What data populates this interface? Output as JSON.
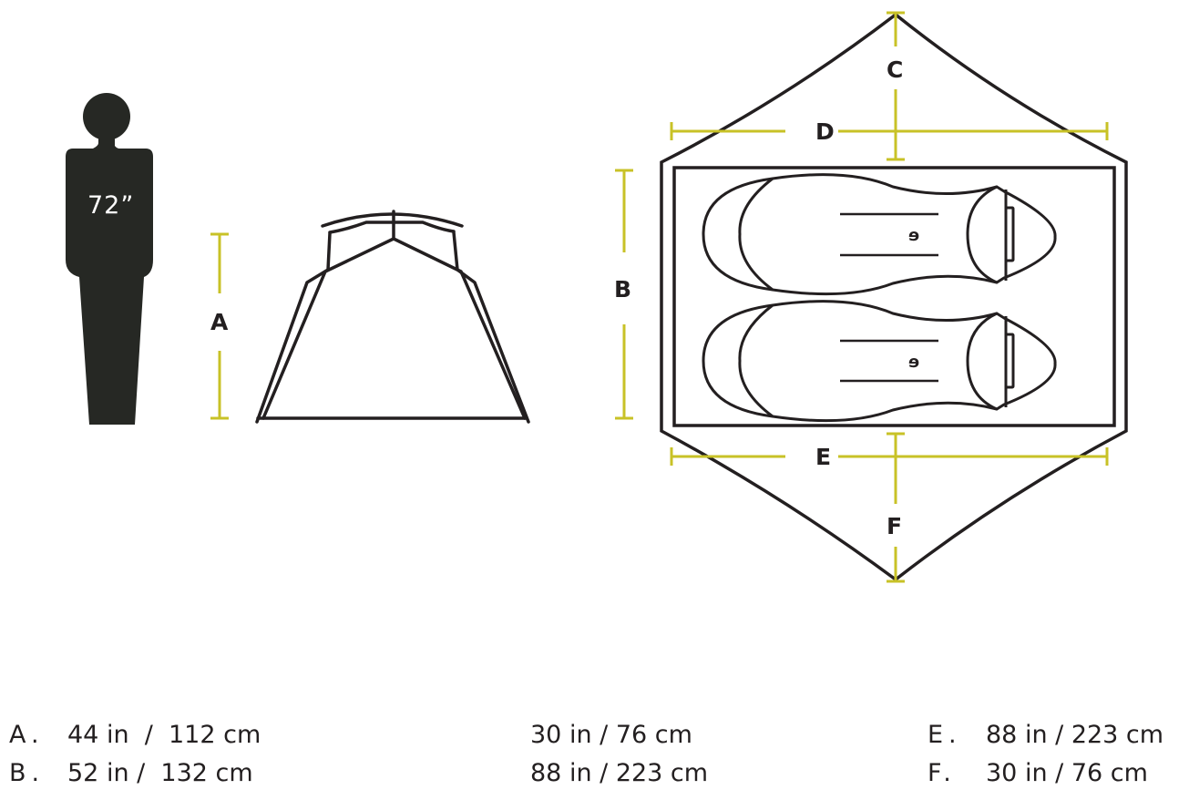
{
  "colors": {
    "line": "#231f20",
    "dimension": "#c8c227",
    "silhouette": "#262824",
    "background": "#ffffff"
  },
  "person": {
    "height_label": "72”"
  },
  "dimension_labels": {
    "A": "A",
    "B": "B",
    "C": "C",
    "D": "D",
    "E": "E",
    "F": "F"
  },
  "sleeping_bags": {
    "count": 2,
    "logo_glyph": "ɘ"
  },
  "legend": {
    "columns": [
      {
        "rows": [
          {
            "letter": "A.",
            "value": "44 in  /  112 cm"
          },
          {
            "letter": "B.",
            "value": "52 in /  132 cm"
          }
        ]
      },
      {
        "rows": [
          {
            "letter": "",
            "value": "30 in / 76 cm"
          },
          {
            "letter": "",
            "value": "88 in / 223 cm"
          }
        ]
      },
      {
        "rows": [
          {
            "letter": "E.",
            "value": "88 in / 223 cm"
          },
          {
            "letter": "F.",
            "value": "30 in / 76 cm"
          }
        ]
      }
    ]
  }
}
